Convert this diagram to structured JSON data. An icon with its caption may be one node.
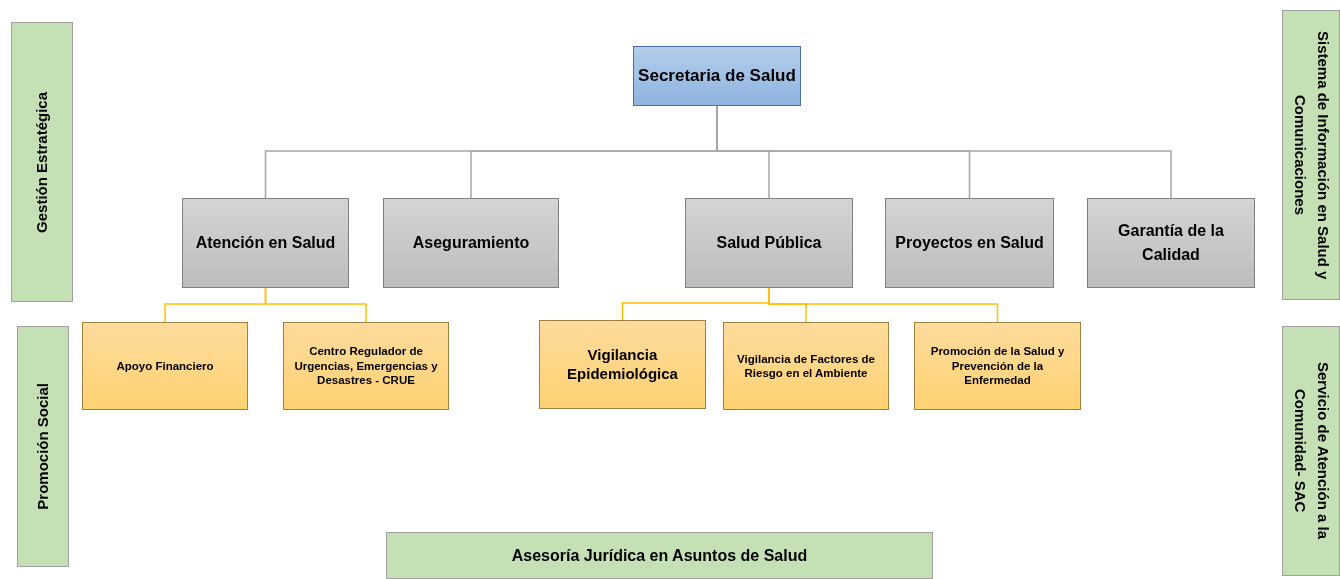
{
  "diagram": {
    "nodes": [
      {
        "text": [
          "Secretaria de Salud"
        ]
      },
      {
        "text": [
          "Atención en Salud"
        ]
      },
      {
        "text": [
          "Aseguramiento"
        ]
      },
      {
        "text": [
          "Salud Pública"
        ]
      },
      {
        "text": [
          "Proyectos en Salud"
        ]
      },
      {
        "text": [
          "Garantía de la Calidad"
        ]
      },
      {
        "text": [
          "Apoyo Financiero"
        ]
      },
      {
        "text": [
          "Centro Regulador de Urgencias, Emergencias y Desastres - CRUE"
        ]
      },
      {
        "text": [
          "Vigilancia Epidemiológica"
        ]
      },
      {
        "text": [
          "Vigilancia de Factores de Riesgo en el Ambiente"
        ]
      },
      {
        "text": [
          "Promoción de la Salud y Prevención de la Enfermedad"
        ]
      },
      {
        "text": [
          "Gestión Estratégica"
        ]
      },
      {
        "text": [
          "Promoción Social"
        ]
      },
      {
        "text": [
          "Sistema de Información en Salud y Comunicaciones"
        ]
      },
      {
        "text": [
          "Servicio de Atención a la Comunidad- SAC"
        ]
      },
      {
        "text": [
          "Asesoría Jurídica en Asuntos de Salud"
        ]
      }
    ],
    "edges": [
      {
        "from": 0,
        "to": 1,
        "arrow": "none"
      },
      {
        "from": 0,
        "to": 2,
        "arrow": "none"
      },
      {
        "from": 0,
        "to": 3,
        "arrow": "none"
      },
      {
        "from": 0,
        "to": 4,
        "arrow": "none"
      },
      {
        "from": 0,
        "to": 5,
        "arrow": "none"
      },
      {
        "from": 1,
        "to": 6,
        "arrow": "none",
        "color": "#ffc000"
      },
      {
        "from": 1,
        "to": 7,
        "arrow": "none",
        "color": "#ffc000"
      },
      {
        "from": 3,
        "to": 8,
        "arrow": "none",
        "color": "#ffc000"
      },
      {
        "from": 3,
        "to": 9,
        "arrow": "none",
        "color": "#ffc000"
      },
      {
        "from": 3,
        "to": 10,
        "arrow": "none",
        "color": "#ffc000"
      }
    ]
  }
}
